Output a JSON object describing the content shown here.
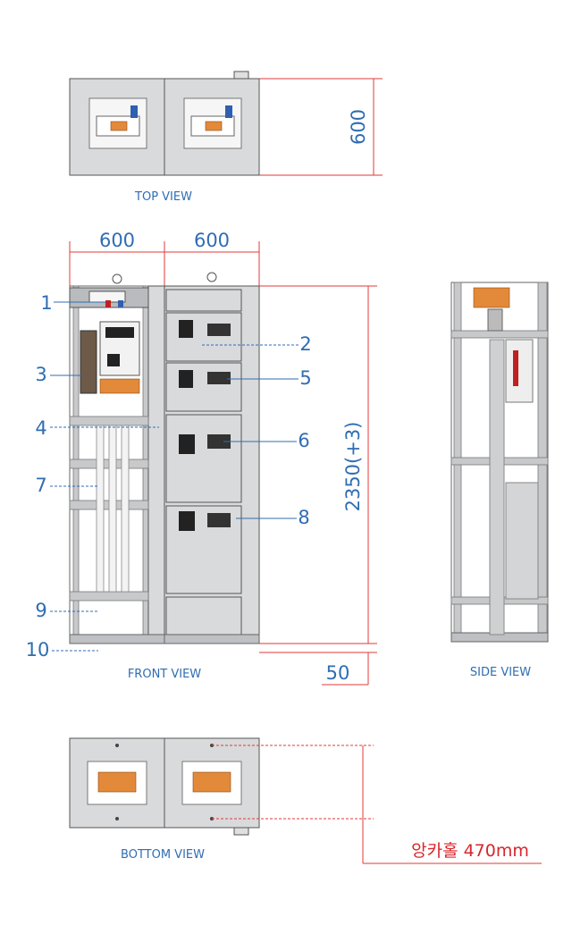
{
  "views": {
    "top": "TOP VIEW",
    "front": "FRONT VIEW",
    "side": "SIDE VIEW",
    "bottom": "BOTTOM VIEW"
  },
  "dimensions": {
    "top_depth": "600",
    "width_left": "600",
    "width_right": "600",
    "height": "2350(+3)",
    "base": "50",
    "anchor_hole": "앙카홀 470mm"
  },
  "callouts": [
    "1",
    "2",
    "3",
    "4",
    "5",
    "6",
    "7",
    "8",
    "9",
    "10"
  ],
  "colors": {
    "dimension_blue": "#2f6db3",
    "dimension_red": "#d8262b",
    "panel_grey": "#d9dadc",
    "busbar_orange": "#e38a3a"
  }
}
